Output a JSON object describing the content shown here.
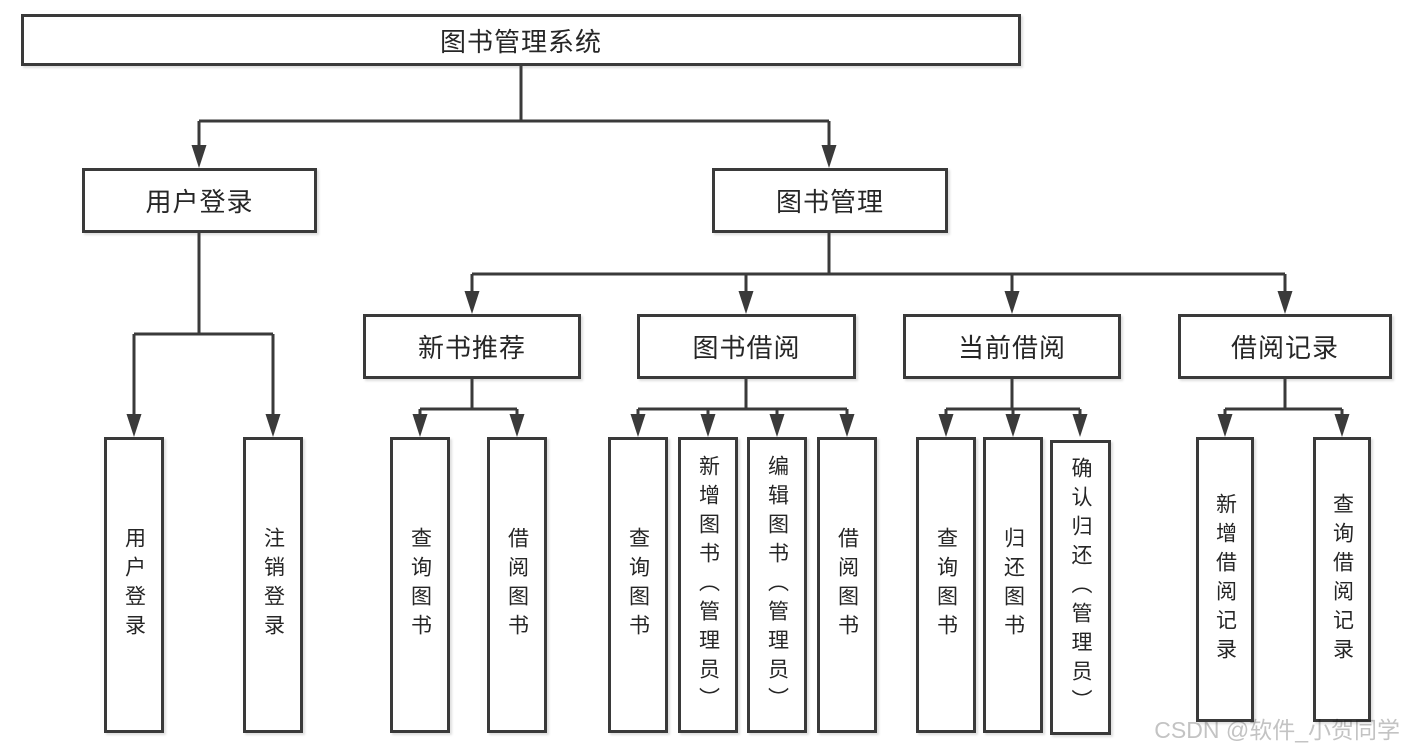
{
  "colors": {
    "line": "#3a3a3a",
    "text": "#262626",
    "watermark": "#c3c3c3",
    "background": "#ffffff"
  },
  "diagram": {
    "root": {
      "label": "图书管理系统"
    },
    "branches": [
      {
        "label": "用户登录",
        "children": [
          {
            "label": "用户登录"
          },
          {
            "label": "注销登录"
          }
        ]
      },
      {
        "label": "图书管理",
        "children": [
          {
            "label": "新书推荐",
            "children": [
              {
                "label": "查询图书"
              },
              {
                "label": "借阅图书"
              }
            ]
          },
          {
            "label": "图书借阅",
            "children": [
              {
                "label": "查询图书"
              },
              {
                "label": "新增图书（管理员）"
              },
              {
                "label": "编辑图书（管理员）"
              },
              {
                "label": "借阅图书"
              }
            ]
          },
          {
            "label": "当前借阅",
            "children": [
              {
                "label": "查询图书"
              },
              {
                "label": "归还图书"
              },
              {
                "label": "确认归还（管理员）"
              }
            ]
          },
          {
            "label": "借阅记录",
            "children": [
              {
                "label": "新增借阅记录"
              },
              {
                "label": "查询借阅记录"
              }
            ]
          }
        ]
      }
    ]
  },
  "watermark": {
    "text": "CSDN @软件_小贺同学"
  }
}
